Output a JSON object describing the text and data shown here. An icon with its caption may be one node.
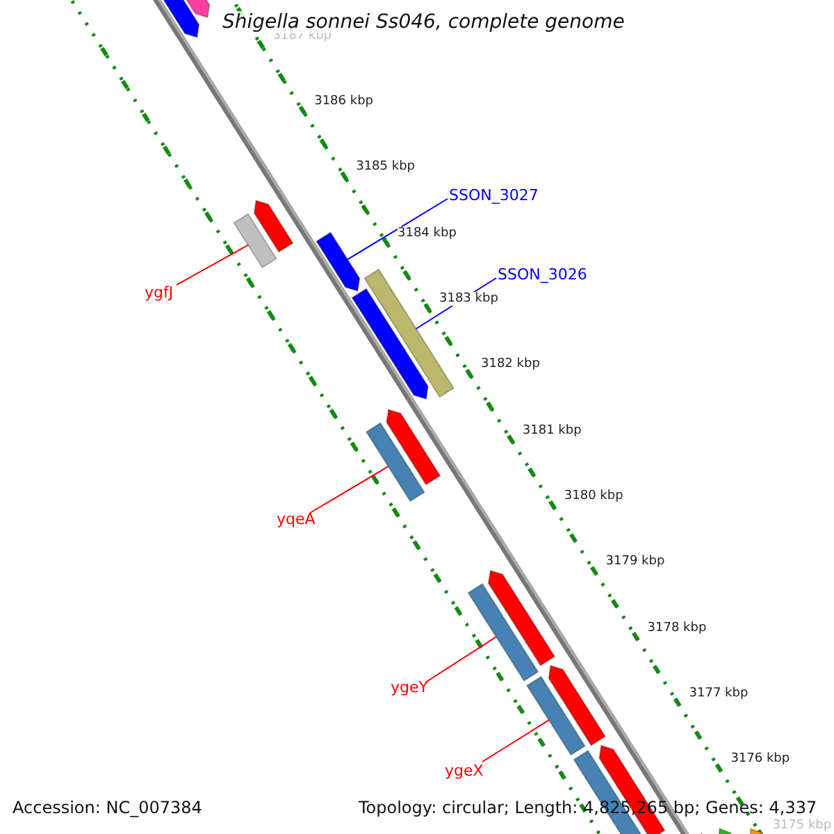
{
  "diagram": {
    "title": "Shigella sonnei Ss046, complete genome",
    "nodes": [
      {
        "text": [],
        "shape": "arrow"
      },
      {
        "text": [],
        "shape": "arrow"
      },
      {
        "text": [],
        "shape": "arrow"
      },
      {
        "text": [],
        "shape": "bar"
      },
      {
        "text": [
          "ygfJ"
        ]
      },
      {
        "text": [
          "SSON_3027"
        ]
      },
      {
        "text": [],
        "shape": "arrow"
      },
      {
        "text": [],
        "shape": "bar"
      },
      {
        "text": [],
        "shape": "arrow"
      },
      {
        "text": [
          "SSON_3026"
        ]
      },
      {
        "text": [],
        "shape": "arrow"
      },
      {
        "text": [],
        "shape": "bar"
      },
      {
        "text": [
          "yqeA"
        ]
      },
      {
        "text": [],
        "shape": "arrow"
      },
      {
        "text": [],
        "shape": "bar"
      },
      {
        "text": [
          "ygeY"
        ]
      },
      {
        "text": [],
        "shape": "arrow"
      },
      {
        "text": [],
        "shape": "bar"
      },
      {
        "text": [
          "ygeX"
        ]
      },
      {
        "text": [],
        "shape": "arrow"
      },
      {
        "text": [],
        "shape": "bar"
      },
      {
        "text": [],
        "shape": "arrow"
      },
      {
        "text": [],
        "shape": "arrow"
      },
      {
        "text": [],
        "shape": "arrow"
      }
    ],
    "edges": [
      {
        "from": 4,
        "to": 3,
        "arrow": "none"
      },
      {
        "from": 5,
        "to": 6,
        "arrow": "none",
        "color": "#0000ff"
      },
      {
        "from": 9,
        "to": 7,
        "arrow": "none",
        "color": "#0000ff"
      },
      {
        "from": 12,
        "to": 11,
        "arrow": "none"
      },
      {
        "from": 15,
        "to": 14,
        "arrow": "none"
      },
      {
        "from": 18,
        "to": 17,
        "arrow": "none"
      }
    ],
    "labels": [
      "3187 kbp",
      "3186 kbp",
      "3185 kbp",
      "3184 kbp",
      "3183 kbp",
      "3182 kbp",
      "3181 kbp",
      "3180 kbp",
      "3179 kbp",
      "3178 kbp",
      "3177 kbp",
      "3176 kbp",
      "3175 kbp",
      "Accession: NC_007384",
      "Topology: circular; Length: 4,825,265 bp; Genes: 4,337"
    ]
  }
}
